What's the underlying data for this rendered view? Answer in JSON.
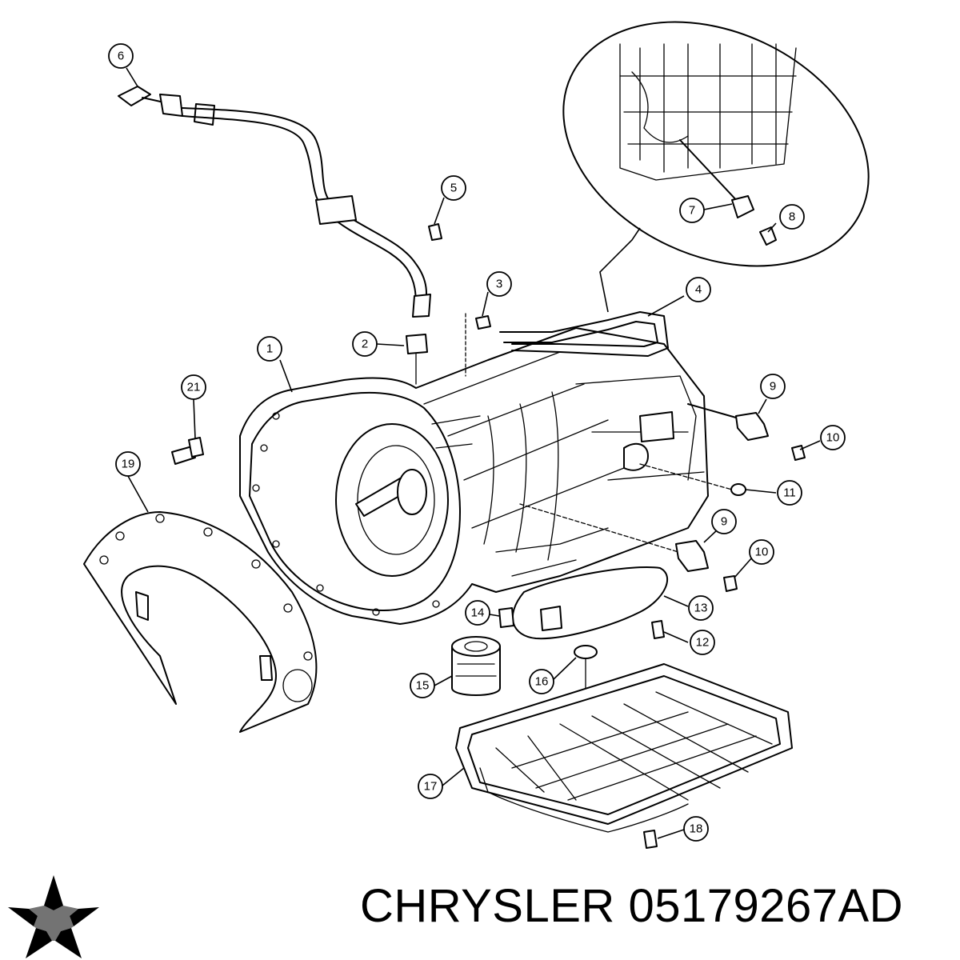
{
  "brand": {
    "name": "CHRYSLER",
    "part_number": "05179267AD",
    "logo_icon": "chrysler-pentastar-icon"
  },
  "callouts": [
    "1",
    "2",
    "3",
    "4",
    "5",
    "6",
    "7",
    "8",
    "9",
    "9",
    "10",
    "10",
    "11",
    "12",
    "13",
    "14",
    "15",
    "16",
    "17",
    "18",
    "19",
    "21"
  ],
  "colors": {
    "ink": "#000000",
    "paper": "#ffffff"
  }
}
